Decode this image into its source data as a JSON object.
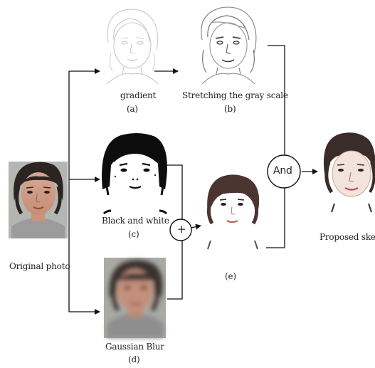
{
  "labels": {
    "original": "Original photo",
    "gradient": "gradient",
    "a": "(a)",
    "stretch": "Stretching the gray scale",
    "b": "(b)",
    "bw": "Black and white",
    "c": "(c)",
    "gaussian": "Gaussian Blur",
    "d": "(d)",
    "e": "(e)",
    "proposed": "Proposed sket"
  },
  "operators": {
    "plus": "+",
    "and": "And"
  }
}
